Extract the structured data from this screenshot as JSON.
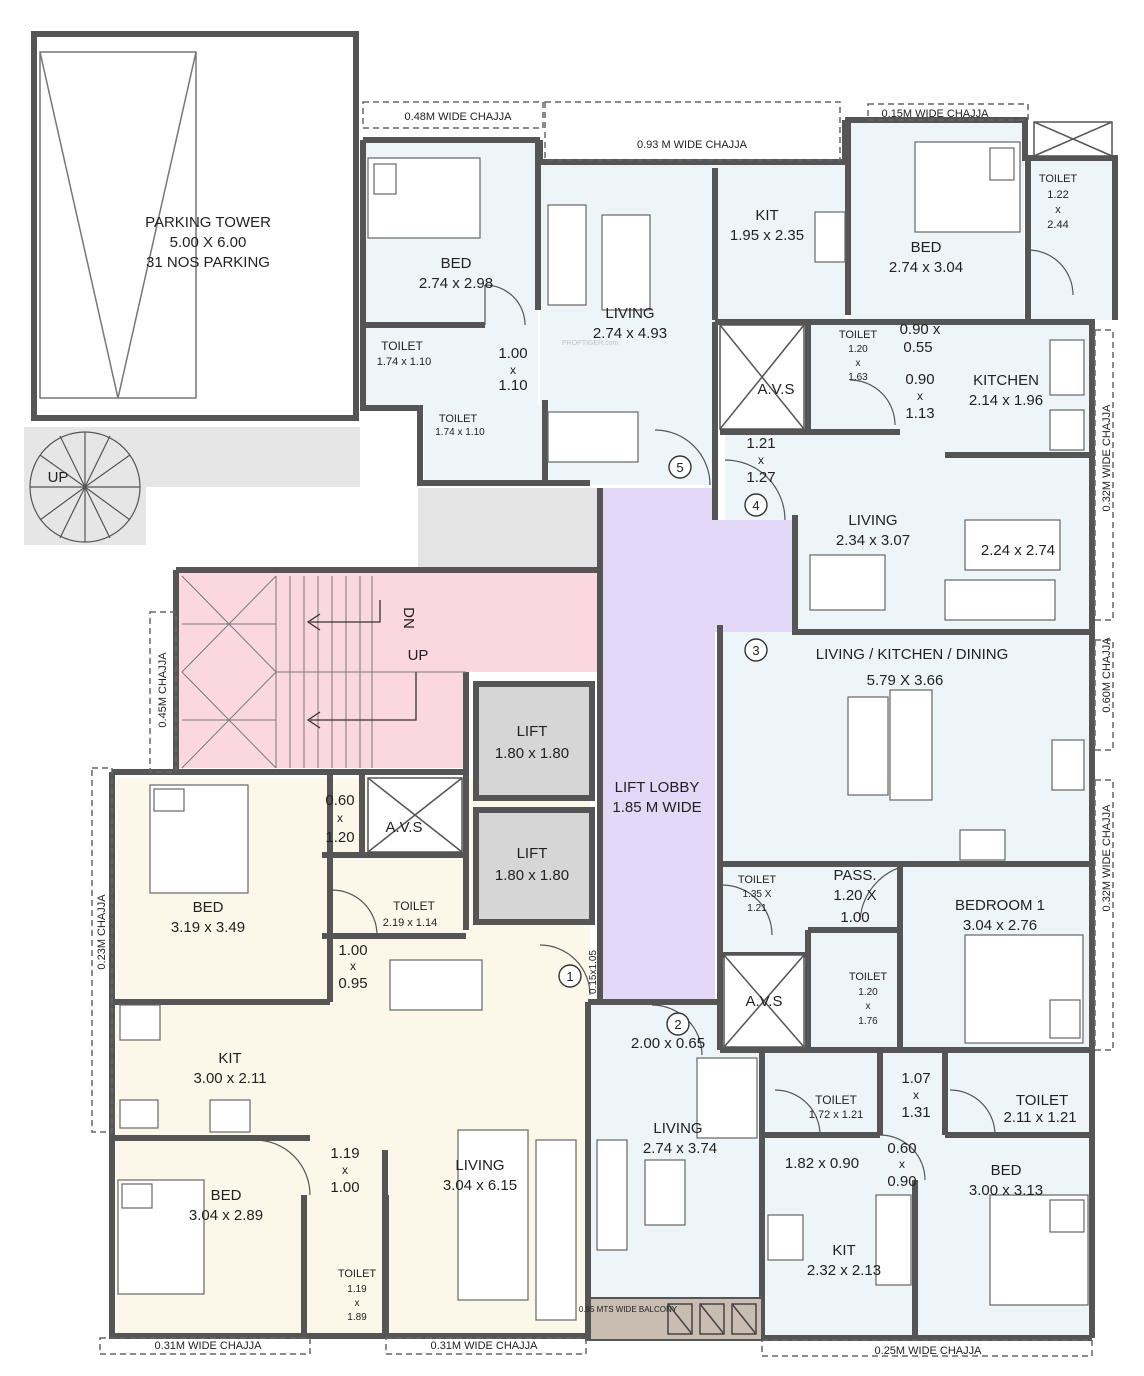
{
  "colors": {
    "wall": "#555555",
    "flat_blue": "#eef5f8",
    "flat_cream": "#fbf8ea",
    "staircase": "#fbd8e0",
    "lobby": "#e3d8f5",
    "lift": "#d6d6d6",
    "service": "#e4e4e4",
    "parking": "#ffffff",
    "balcony": "#c9bdb2"
  },
  "watermark": "PROPTIGER.com",
  "icons": {
    "stair_arrow": "arrow-icon",
    "door": "door-swing-icon",
    "furniture": "furniture-icon"
  },
  "labels": {
    "parking_title": "PARKING TOWER",
    "parking_size": "5.00 X 6.00",
    "parking_count": "31 NOS PARKING",
    "spiral_up": "UP",
    "chajja_top_left": "0.48M WIDE CHAJJA",
    "chajja_top_mid": "0.93 M WIDE CHAJJA",
    "chajja_top_right": "0.15M WIDE CHAJJA",
    "chajja_right_upper": "0.32M WIDE CHAJJA",
    "chajja_right_mid": "0.60M CHAJJA",
    "chajja_right_lower": "0.32M WIDE CHAJJA",
    "chajja_left_mid": "0.45M CHAJJA",
    "chajja_left_lower": "0.23M CHAJJA",
    "chajja_bottom_1": "0.31M WIDE CHAJJA",
    "chajja_bottom_2": "0.31M WIDE CHAJJA",
    "chajja_bottom_3": "0.25M WIDE CHAJJA",
    "balcony": "0.95 MTS WIDE BALCONY",
    "stair_dn": "DN",
    "stair_up": "UP",
    "lift1_name": "LIFT",
    "lift1_size": "1.80 x 1.80",
    "lift2_name": "LIFT",
    "lift2_size": "1.80 x 1.80",
    "lobby_name": "LIFT LOBBY",
    "lobby_size": "1.85 M WIDE",
    "avs": "A.V.S",
    "n1": "1",
    "n2": "2",
    "n3": "3",
    "n4": "4",
    "n5": "5",
    "f5_bed": "BED",
    "f5_bed_size": "2.74 x 2.98",
    "f5_toilet1": "TOILET",
    "f5_toilet1_size": "1.74 x 1.10",
    "f5_toilet2": "TOILET",
    "f5_toilet2_size": "1.74 x 1.10",
    "f5_living": "LIVING",
    "f5_living_size": "2.74 x 4.93",
    "f5_kit": "KIT",
    "f5_kit_size": "1.95 x 2.35",
    "f5_pass_w": "1.00",
    "f5_pass_x": "x",
    "f5_pass_h": "1.10",
    "f4_bed": "BED",
    "f4_bed_size": "2.74 x 3.04",
    "f4_toilet_a": "TOILET",
    "f4_toilet_a_w": "1.22",
    "f4_toilet_a_x": "x",
    "f4_toilet_a_h": "2.44",
    "f4_toilet_b": "TOILET",
    "f4_toilet_b_w": "1.20",
    "f4_toilet_b_x": "x",
    "f4_toilet_b_h": "1.63",
    "f4_pass1": "0.90 x",
    "f4_pass1b": "0.55",
    "f4_pass2": "0.90",
    "f4_pass2x": "x",
    "f4_pass2b": "1.13",
    "f4_kitchen": "KITCHEN",
    "f4_kitchen_size": "2.14 x 1.96",
    "f4_foyer_w": "1.21",
    "f4_foyer_x": "x",
    "f4_foyer_h": "1.27",
    "f4_living": "LIVING",
    "f4_living_size": "2.34 x 3.07",
    "f4_table": "2.24 x 2.74",
    "f3_lkd": "LIVING / KITCHEN / DINING",
    "f3_lkd_size": "5.79 X 3.66",
    "f3_toilet": "TOILET",
    "f3_toilet_w": "1.35 X",
    "f3_toilet_h": "1.21",
    "f3_pass": "PASS.",
    "f3_pass_w": "1.20 X",
    "f3_pass_h": "1.00",
    "f3_bedroom": "BEDROOM 1",
    "f3_bedroom_size": "3.04 x 2.76",
    "f3_toilet2": "TOILET",
    "f3_toilet2_w": "1.20",
    "f3_toilet2_x": "x",
    "f3_toilet2_h": "1.76",
    "f1_bed": "BED",
    "f1_bed_size": "3.19 x 3.49",
    "f1_pass_w": "0.60",
    "f1_pass_x": "x",
    "f1_pass_h": "1.20",
    "f1_toilet": "TOILET",
    "f1_toilet_size": "2.19 x 1.14",
    "f1_pass2_w": "1.00",
    "f1_pass2_x": "x",
    "f1_pass2_h": "0.95",
    "f1_kit": "KIT",
    "f1_kit_size": "3.00 x 2.11",
    "f1_pass3_w": "1.19",
    "f1_pass3_x": "x",
    "f1_pass3_h": "1.00",
    "f1_bed2": "BED",
    "f1_bed2_size": "3.04 x 2.89",
    "f1_toilet2": "TOILET",
    "f1_toilet2_w": "1.19",
    "f1_toilet2_x": "x",
    "f1_toilet2_h": "1.89",
    "f1_living": "LIVING",
    "f1_living_size": "3.04 x 6.15",
    "f1_foyer": "0.15x1.05",
    "f2_foyer": "2.00 x 0.65",
    "f2_living": "LIVING",
    "f2_living_size": "2.74 x 3.74",
    "f2_toilet1": "TOILET",
    "f2_toilet1_size": "1.72 x 1.21",
    "f2_pass_w": "1.07",
    "f2_pass_x": "x",
    "f2_pass_h": "1.31",
    "f2_toilet2": "TOILET",
    "f2_toilet2_size": "2.11 x 1.21",
    "f2_pass2": "1.82 x 0.90",
    "f2_pass3_w": "0.60",
    "f2_pass3_x": "x",
    "f2_pass3_h": "0.90",
    "f2_bed": "BED",
    "f2_bed_size": "3.00 x 3.13",
    "f2_kit": "KIT",
    "f2_kit_size": "2.32 x 2.13"
  }
}
